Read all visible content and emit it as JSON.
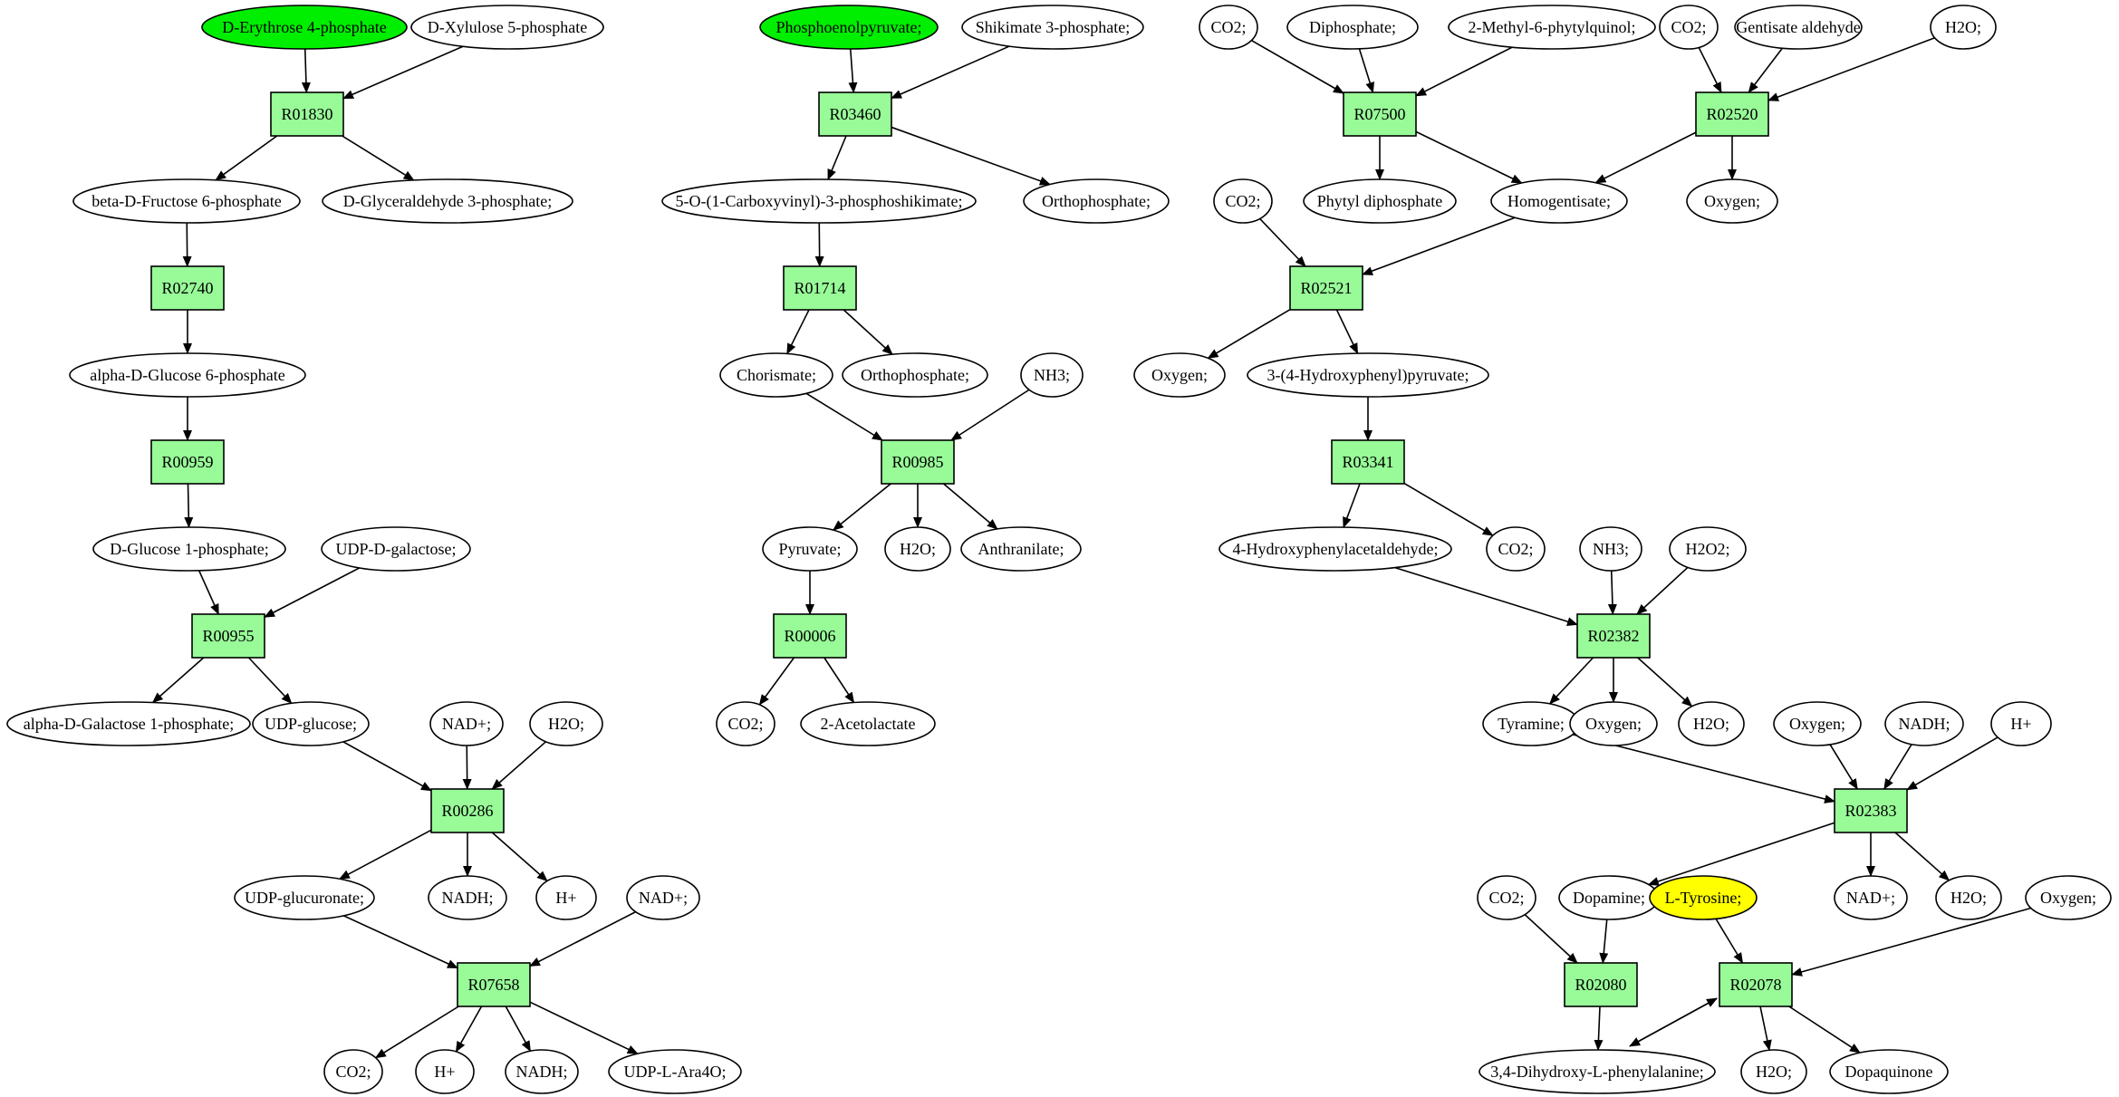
{
  "colors": {
    "reaction_fill": "#98fb98",
    "start_fill": "#00ee00",
    "target_fill": "#ffff00",
    "compound_fill": "#ffffff",
    "stroke": "#000000"
  },
  "nodes": [
    {
      "id": "c1",
      "label": "D-Erythrose 4-phosphate",
      "kind": "start"
    },
    {
      "id": "c2",
      "label": "D-Xylulose 5-phosphate",
      "kind": "compound"
    },
    {
      "id": "r1",
      "label": "R01830",
      "kind": "reaction"
    },
    {
      "id": "c3",
      "label": "beta-D-Fructose 6-phosphate",
      "kind": "compound"
    },
    {
      "id": "c4",
      "label": "D-Glyceraldehyde 3-phosphate;",
      "kind": "compound"
    },
    {
      "id": "r2",
      "label": "R02740",
      "kind": "reaction"
    },
    {
      "id": "c5",
      "label": "alpha-D-Glucose 6-phosphate",
      "kind": "compound"
    },
    {
      "id": "r3",
      "label": "R00959",
      "kind": "reaction"
    },
    {
      "id": "c6",
      "label": "D-Glucose 1-phosphate;",
      "kind": "compound"
    },
    {
      "id": "c7",
      "label": "UDP-D-galactose;",
      "kind": "compound"
    },
    {
      "id": "r4",
      "label": "R00955",
      "kind": "reaction"
    },
    {
      "id": "c8",
      "label": "alpha-D-Galactose 1-phosphate;",
      "kind": "compound"
    },
    {
      "id": "c9",
      "label": "UDP-glucose;",
      "kind": "compound"
    },
    {
      "id": "c10",
      "label": "NAD+;",
      "kind": "compound"
    },
    {
      "id": "c11",
      "label": "H2O;",
      "kind": "compound"
    },
    {
      "id": "r5",
      "label": "R00286",
      "kind": "reaction"
    },
    {
      "id": "c12",
      "label": "UDP-glucuronate;",
      "kind": "compound"
    },
    {
      "id": "c13",
      "label": "NADH;",
      "kind": "compound"
    },
    {
      "id": "c14",
      "label": "H+",
      "kind": "compound"
    },
    {
      "id": "c15",
      "label": "NAD+;",
      "kind": "compound"
    },
    {
      "id": "r6",
      "label": "R07658",
      "kind": "reaction"
    },
    {
      "id": "c16",
      "label": "CO2;",
      "kind": "compound"
    },
    {
      "id": "c17",
      "label": "H+",
      "kind": "compound"
    },
    {
      "id": "c18",
      "label": "NADH;",
      "kind": "compound"
    },
    {
      "id": "c19",
      "label": "UDP-L-Ara4O;",
      "kind": "compound"
    },
    {
      "id": "c20",
      "label": "Phosphoenolpyruvate;",
      "kind": "start"
    },
    {
      "id": "c21",
      "label": "Shikimate 3-phosphate;",
      "kind": "compound"
    },
    {
      "id": "r7",
      "label": "R03460",
      "kind": "reaction"
    },
    {
      "id": "c22",
      "label": "5-O-(1-Carboxyvinyl)-3-phosphoshikimate;",
      "kind": "compound"
    },
    {
      "id": "c23",
      "label": "Orthophosphate;",
      "kind": "compound"
    },
    {
      "id": "r8",
      "label": "R01714",
      "kind": "reaction"
    },
    {
      "id": "c24",
      "label": "Chorismate;",
      "kind": "compound"
    },
    {
      "id": "c25",
      "label": "Orthophosphate;",
      "kind": "compound"
    },
    {
      "id": "c26",
      "label": "NH3;",
      "kind": "compound"
    },
    {
      "id": "r9",
      "label": "R00985",
      "kind": "reaction"
    },
    {
      "id": "c27",
      "label": "Pyruvate;",
      "kind": "compound"
    },
    {
      "id": "c28",
      "label": "H2O;",
      "kind": "compound"
    },
    {
      "id": "c29",
      "label": "Anthranilate;",
      "kind": "compound"
    },
    {
      "id": "r10",
      "label": "R00006",
      "kind": "reaction"
    },
    {
      "id": "c30",
      "label": "CO2;",
      "kind": "compound"
    },
    {
      "id": "c31",
      "label": "2-Acetolactate",
      "kind": "compound"
    },
    {
      "id": "c32",
      "label": "CO2;",
      "kind": "compound"
    },
    {
      "id": "c33",
      "label": "Diphosphate;",
      "kind": "compound"
    },
    {
      "id": "c34",
      "label": "2-Methyl-6-phytylquinol;",
      "kind": "compound"
    },
    {
      "id": "r11",
      "label": "R07500",
      "kind": "reaction"
    },
    {
      "id": "c35",
      "label": "Phytyl diphosphate",
      "kind": "compound"
    },
    {
      "id": "c36",
      "label": "CO2;",
      "kind": "compound"
    },
    {
      "id": "c37",
      "label": "Gentisate aldehyde",
      "kind": "compound"
    },
    {
      "id": "c38",
      "label": "H2O;",
      "kind": "compound"
    },
    {
      "id": "r12",
      "label": "R02520",
      "kind": "reaction"
    },
    {
      "id": "c39",
      "label": "Homogentisate;",
      "kind": "compound"
    },
    {
      "id": "c40",
      "label": "Oxygen;",
      "kind": "compound"
    },
    {
      "id": "c41",
      "label": "CO2;",
      "kind": "compound"
    },
    {
      "id": "r13",
      "label": "R02521",
      "kind": "reaction"
    },
    {
      "id": "c42",
      "label": "Oxygen;",
      "kind": "compound"
    },
    {
      "id": "c43",
      "label": "3-(4-Hydroxyphenyl)pyruvate;",
      "kind": "compound"
    },
    {
      "id": "r14",
      "label": "R03341",
      "kind": "reaction"
    },
    {
      "id": "c44",
      "label": "4-Hydroxyphenylacetaldehyde;",
      "kind": "compound"
    },
    {
      "id": "c45",
      "label": "CO2;",
      "kind": "compound"
    },
    {
      "id": "c46",
      "label": "NH3;",
      "kind": "compound"
    },
    {
      "id": "c47",
      "label": "H2O2;",
      "kind": "compound"
    },
    {
      "id": "r15",
      "label": "R02382",
      "kind": "reaction"
    },
    {
      "id": "c48",
      "label": "Tyramine;",
      "kind": "compound"
    },
    {
      "id": "c49",
      "label": "Oxygen;",
      "kind": "compound"
    },
    {
      "id": "c50",
      "label": "H2O;",
      "kind": "compound"
    },
    {
      "id": "c51",
      "label": "Oxygen;",
      "kind": "compound"
    },
    {
      "id": "c52",
      "label": "NADH;",
      "kind": "compound"
    },
    {
      "id": "c53",
      "label": "H+",
      "kind": "compound"
    },
    {
      "id": "r16",
      "label": "R02383",
      "kind": "reaction"
    },
    {
      "id": "c54",
      "label": "CO2;",
      "kind": "compound"
    },
    {
      "id": "c55",
      "label": "Dopamine;",
      "kind": "compound"
    },
    {
      "id": "c56",
      "label": "L-Tyrosine;",
      "kind": "target"
    },
    {
      "id": "c57",
      "label": "NAD+;",
      "kind": "compound"
    },
    {
      "id": "c58",
      "label": "H2O;",
      "kind": "compound"
    },
    {
      "id": "c59",
      "label": "Oxygen;",
      "kind": "compound"
    },
    {
      "id": "r17",
      "label": "R02080",
      "kind": "reaction"
    },
    {
      "id": "r18",
      "label": "R02078",
      "kind": "reaction"
    },
    {
      "id": "c60",
      "label": "3,4-Dihydroxy-L-phenylalanine;",
      "kind": "compound"
    },
    {
      "id": "c61",
      "label": "H2O;",
      "kind": "compound"
    },
    {
      "id": "c62",
      "label": "Dopaquinone",
      "kind": "compound"
    }
  ],
  "edges": [
    [
      "c1",
      "r1"
    ],
    [
      "c2",
      "r1"
    ],
    [
      "r1",
      "c3"
    ],
    [
      "r1",
      "c4"
    ],
    [
      "c3",
      "r2"
    ],
    [
      "r2",
      "c5"
    ],
    [
      "c5",
      "r3"
    ],
    [
      "r3",
      "c6"
    ],
    [
      "c6",
      "r4"
    ],
    [
      "c7",
      "r4"
    ],
    [
      "r4",
      "c8"
    ],
    [
      "r4",
      "c9"
    ],
    [
      "c9",
      "r5"
    ],
    [
      "c10",
      "r5"
    ],
    [
      "c11",
      "r5"
    ],
    [
      "r5",
      "c12"
    ],
    [
      "r5",
      "c13"
    ],
    [
      "r5",
      "c14"
    ],
    [
      "c12",
      "r6"
    ],
    [
      "c15",
      "r6"
    ],
    [
      "r6",
      "c16"
    ],
    [
      "r6",
      "c17"
    ],
    [
      "r6",
      "c18"
    ],
    [
      "r6",
      "c19"
    ],
    [
      "c20",
      "r7"
    ],
    [
      "c21",
      "r7"
    ],
    [
      "r7",
      "c22"
    ],
    [
      "r7",
      "c23"
    ],
    [
      "c22",
      "r8"
    ],
    [
      "r8",
      "c24"
    ],
    [
      "r8",
      "c25"
    ],
    [
      "c24",
      "r9"
    ],
    [
      "c26",
      "r9"
    ],
    [
      "r9",
      "c27"
    ],
    [
      "r9",
      "c28"
    ],
    [
      "r9",
      "c29"
    ],
    [
      "c27",
      "r10"
    ],
    [
      "r10",
      "c30"
    ],
    [
      "r10",
      "c31"
    ],
    [
      "c32",
      "r11"
    ],
    [
      "c33",
      "r11"
    ],
    [
      "c34",
      "r11"
    ],
    [
      "r11",
      "c35"
    ],
    [
      "r11",
      "c39"
    ],
    [
      "c36",
      "r12"
    ],
    [
      "c37",
      "r12"
    ],
    [
      "c38",
      "r12"
    ],
    [
      "r12",
      "c39"
    ],
    [
      "r12",
      "c40"
    ],
    [
      "c41",
      "r13"
    ],
    [
      "c39",
      "r13"
    ],
    [
      "r13",
      "c42"
    ],
    [
      "r13",
      "c43"
    ],
    [
      "c43",
      "r14"
    ],
    [
      "r14",
      "c44"
    ],
    [
      "r14",
      "c45"
    ],
    [
      "c44",
      "r15"
    ],
    [
      "c46",
      "r15"
    ],
    [
      "c47",
      "r15"
    ],
    [
      "r15",
      "c48"
    ],
    [
      "r15",
      "c49"
    ],
    [
      "r15",
      "c50"
    ],
    [
      "c48",
      "r16"
    ],
    [
      "c51",
      "r16"
    ],
    [
      "c52",
      "r16"
    ],
    [
      "c53",
      "r16"
    ],
    [
      "r16",
      "c55"
    ],
    [
      "r16",
      "c57"
    ],
    [
      "r16",
      "c58"
    ],
    [
      "c54",
      "r17"
    ],
    [
      "c55",
      "r17"
    ],
    [
      "r17",
      "c60"
    ],
    [
      "c56",
      "r18"
    ],
    [
      "c59",
      "r18"
    ],
    [
      "r18",
      "c60"
    ],
    [
      "c60",
      "r18"
    ],
    [
      "r18",
      "c61"
    ],
    [
      "r18",
      "c62"
    ]
  ]
}
